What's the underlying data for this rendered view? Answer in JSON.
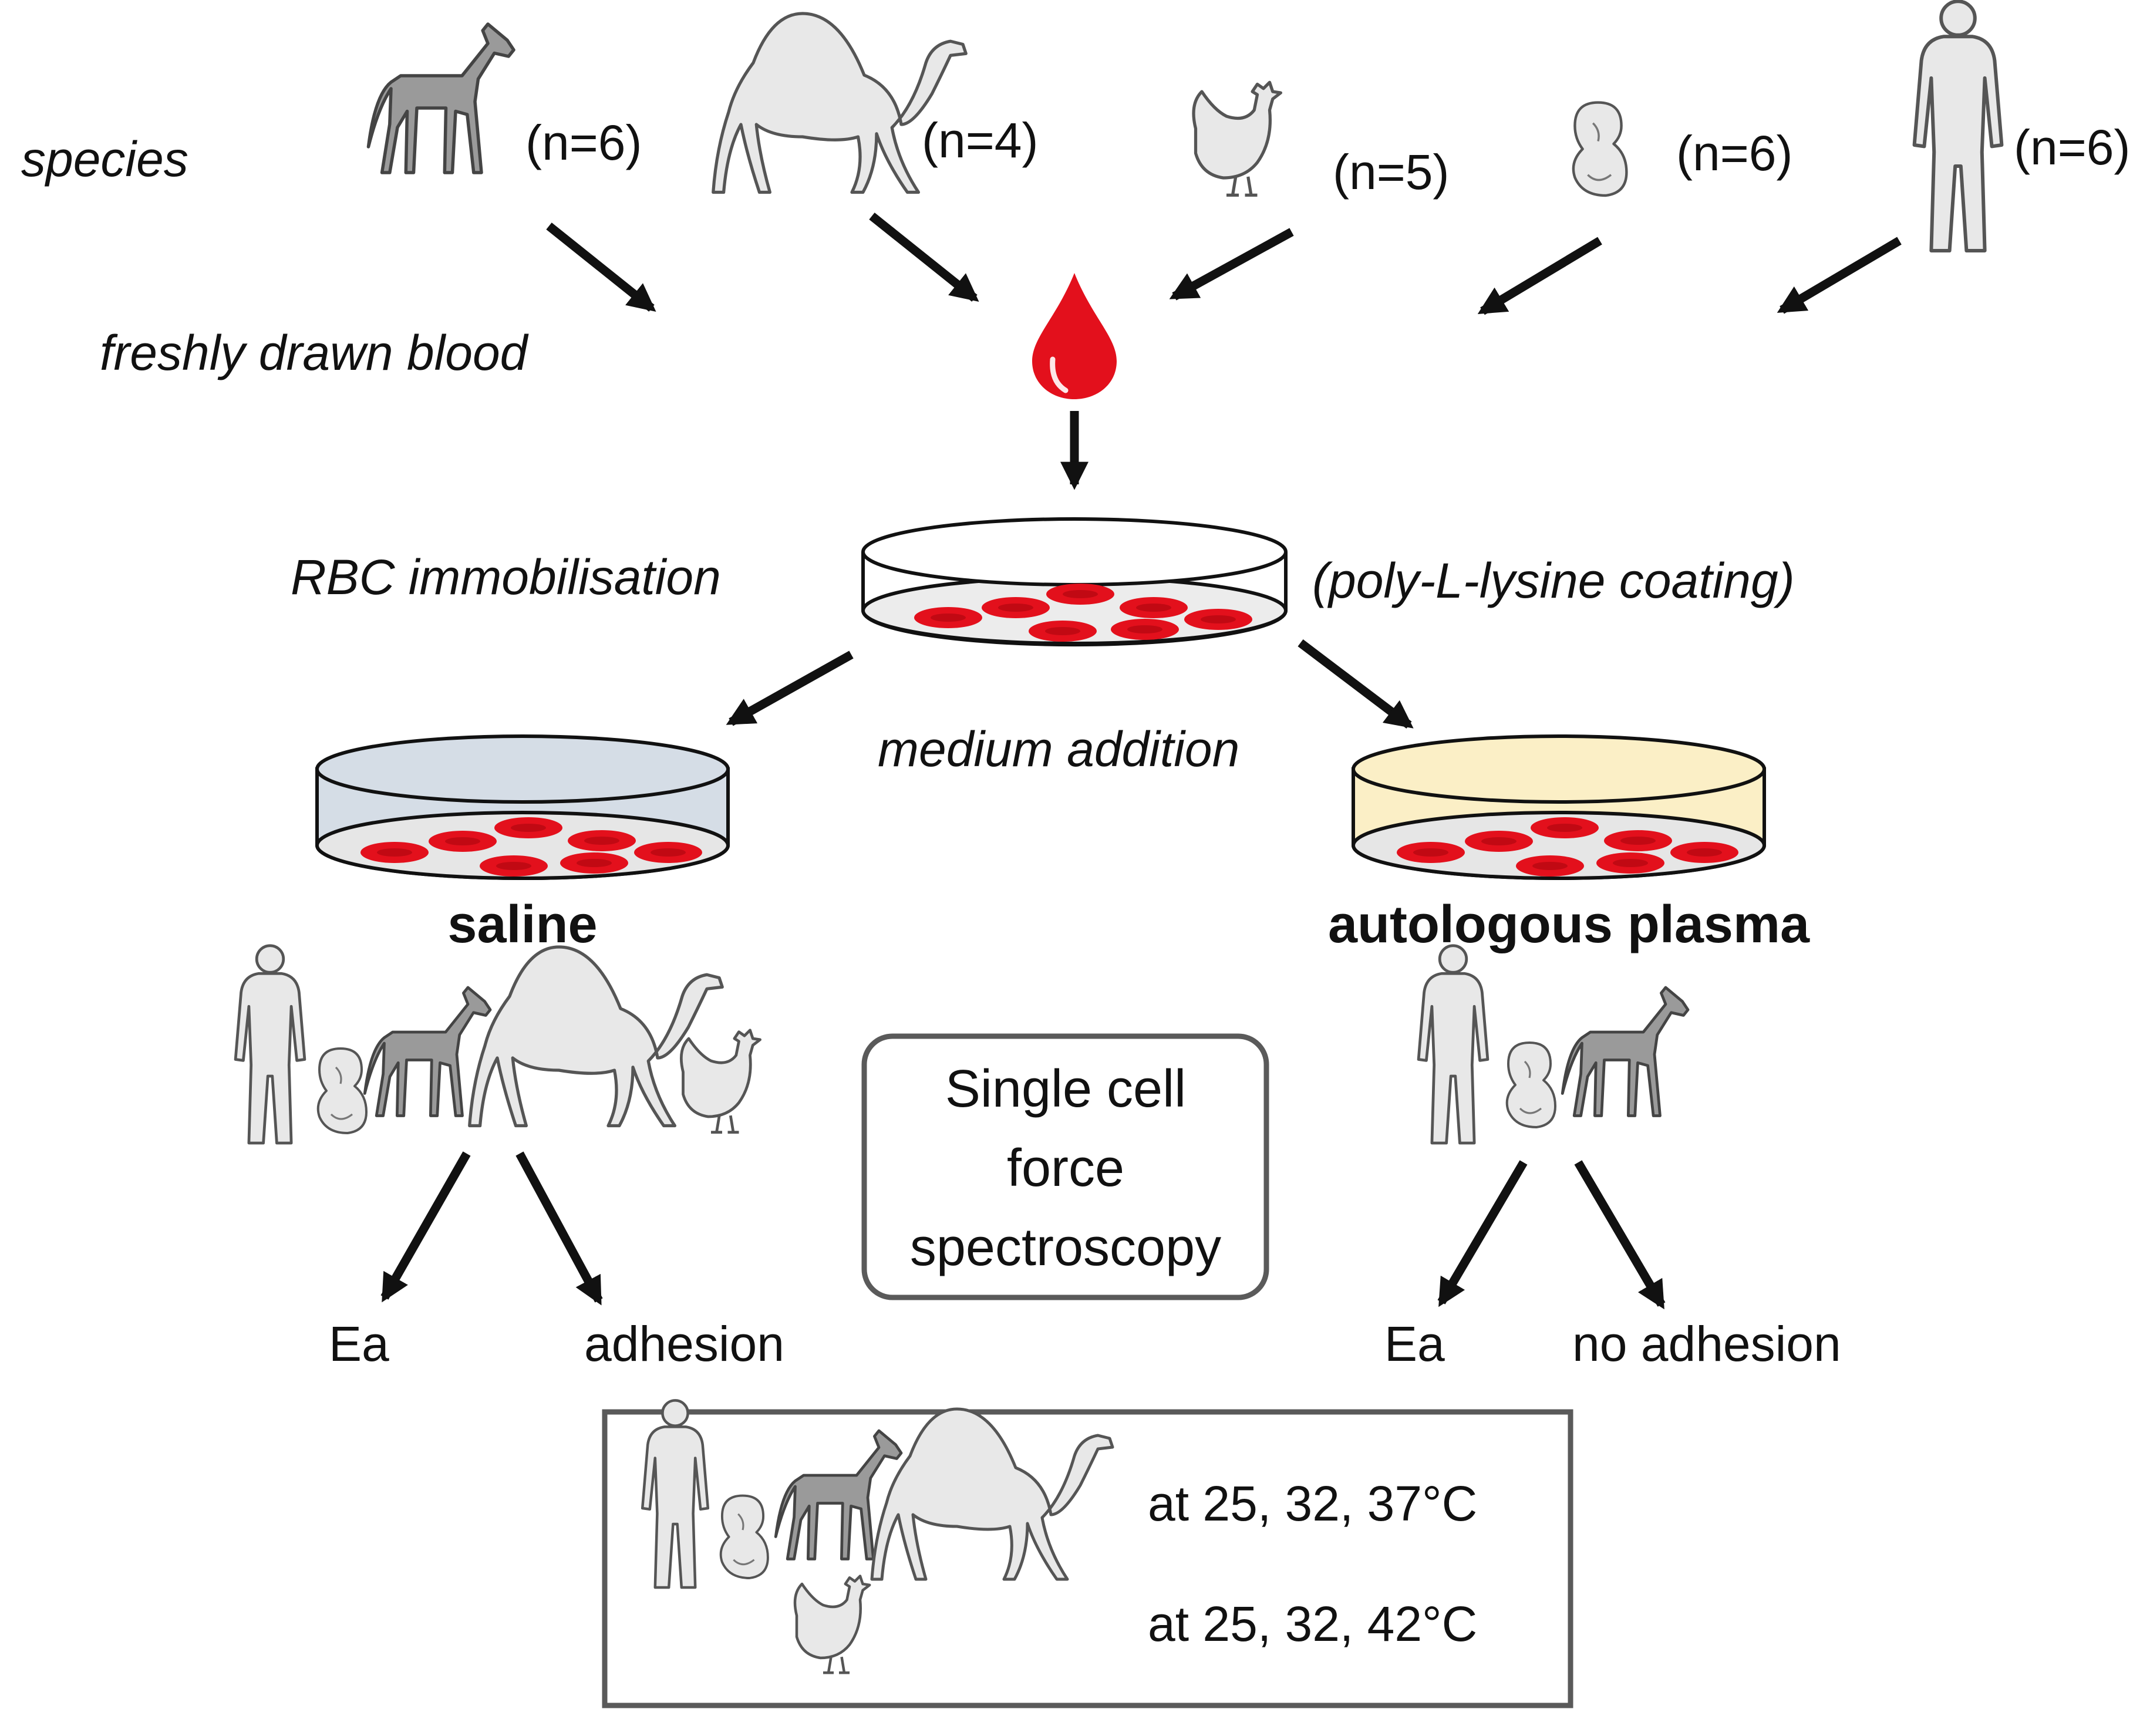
{
  "labels": {
    "species": "species",
    "freshly_drawn_blood": "freshly drawn blood",
    "rbc_immobilisation": "RBC immobilisation",
    "poly_l_lysine": "(poly-L-lysine coating)",
    "medium_addition": "medium addition",
    "saline": "saline",
    "autologous_plasma": "autologous plasma"
  },
  "species_counts": [
    {
      "icon": "horse-icon",
      "n": "(n=6)"
    },
    {
      "icon": "camel-icon",
      "n": "(n=4)"
    },
    {
      "icon": "chicken-icon",
      "n": "(n=5)"
    },
    {
      "icon": "fetus-icon",
      "n": "(n=6)"
    },
    {
      "icon": "human-icon",
      "n": "(n=6)"
    }
  ],
  "center_box": {
    "line1": "Single cell",
    "line2": "force",
    "line3": "spectroscopy"
  },
  "saline_outcomes": {
    "ea": "Ea",
    "adhesion": "adhesion"
  },
  "plasma_outcomes": {
    "ea": "Ea",
    "no_adhesion": "no adhesion"
  },
  "temperature_box": {
    "row1": "at 25, 32, 37°C",
    "row2": "at 25, 32, 42°C"
  },
  "colors": {
    "blood": "#e3101c",
    "saline_medium": "#d5dde6",
    "plasma_medium": "#fbefc6",
    "dish_floor": "#ececec",
    "animal_light": "#e8e8e8",
    "horse_gray": "#9a9a9a"
  }
}
